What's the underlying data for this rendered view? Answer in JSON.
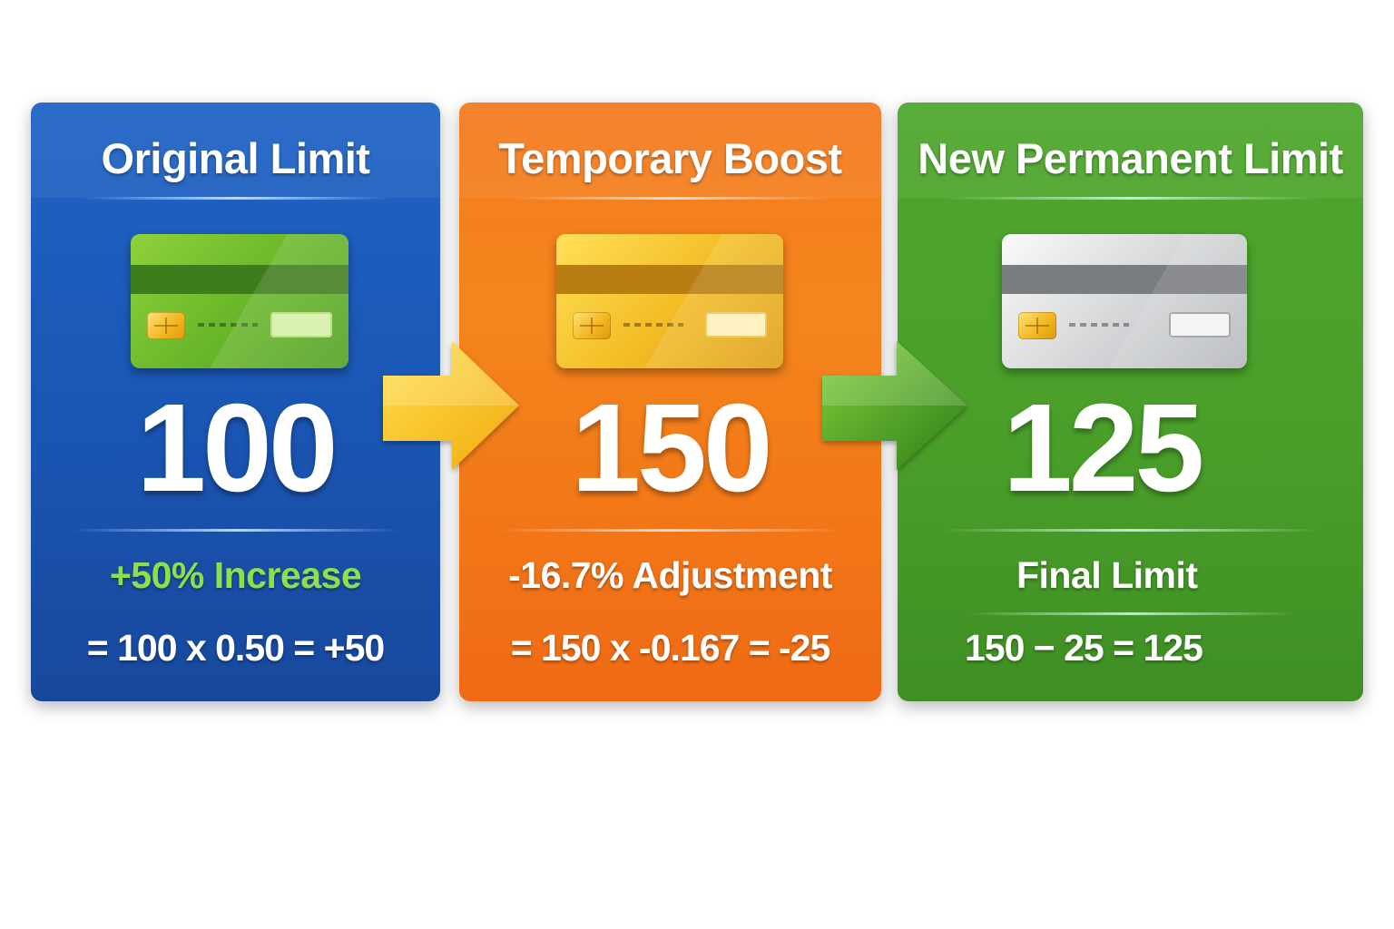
{
  "panels": [
    {
      "title": "Original Limit",
      "card": "green-card",
      "amount": "100",
      "change_label": "+50% Increase",
      "change_color": "#8ee04a",
      "formula": "= 100 x 0.50 = +50"
    },
    {
      "title": "Temporary Boost",
      "card": "gold-card",
      "amount": "150",
      "change_label": "-16.7% Adjustment",
      "change_color": "#ffffff",
      "formula": "= 150 x -0.167 = -25"
    },
    {
      "title": "New Permanent Limit",
      "card": "silver-card",
      "amount": "125",
      "change_label": "Final Limit",
      "change_color": "#ffffff",
      "formula": "150 − 25 = 125"
    }
  ],
  "arrows": [
    {
      "name": "arrow-right-icon",
      "color": "#f7c21f"
    },
    {
      "name": "arrow-right-icon",
      "color": "#4aa12a"
    }
  ],
  "colors": {
    "blue_panel": "#1a55b3",
    "orange_panel": "#f47a1f",
    "green_panel": "#4a9f2a",
    "increase_text": "#8ee04a"
  }
}
